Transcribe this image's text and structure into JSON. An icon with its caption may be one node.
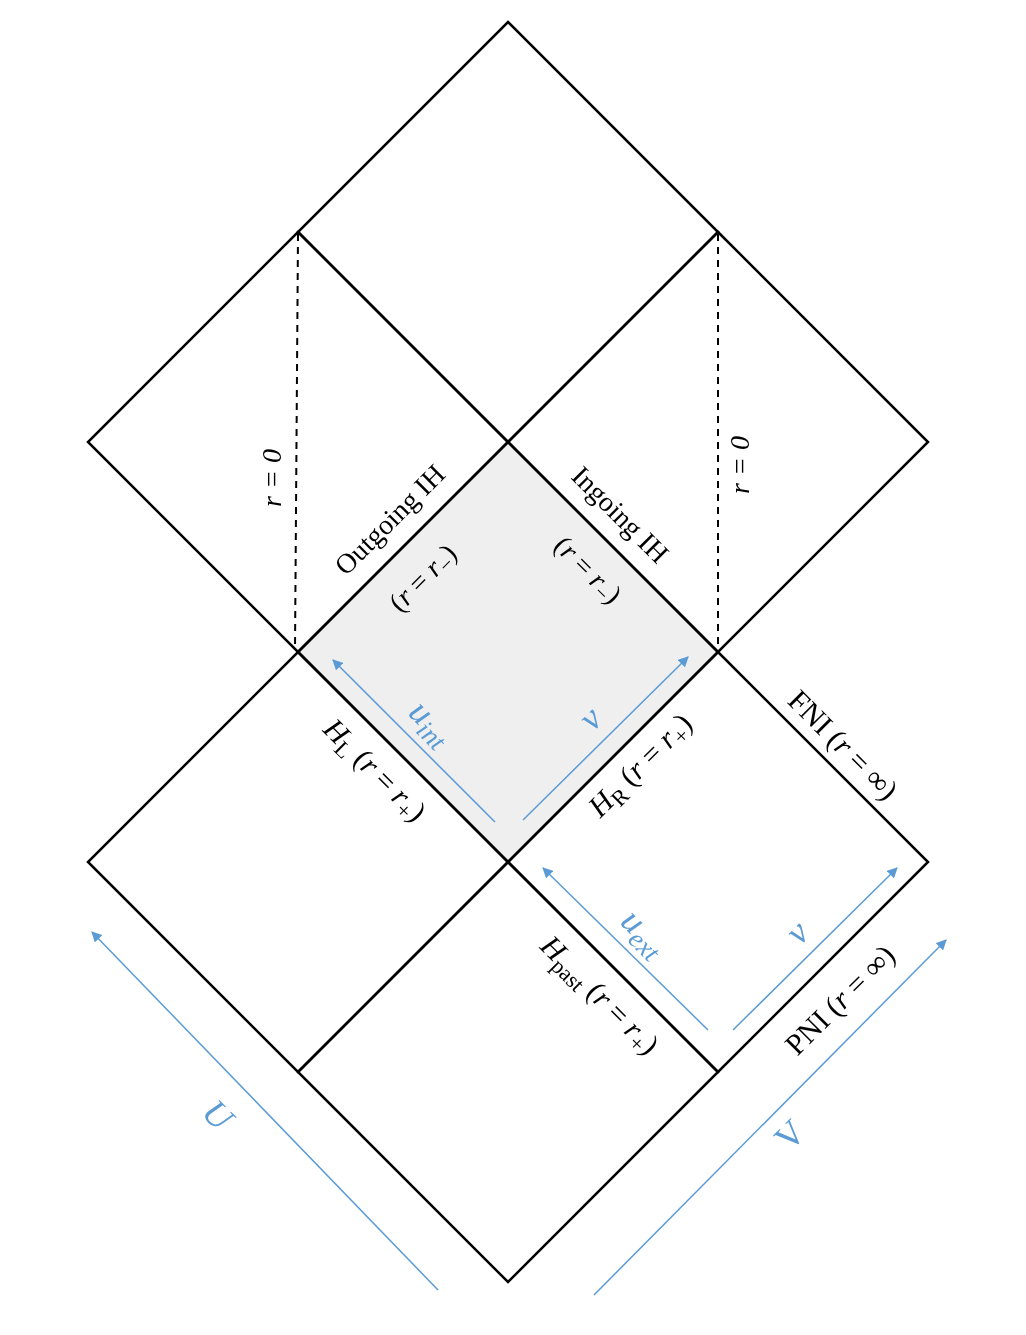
{
  "diagram": {
    "labels": [
      "r = 0",
      "Outgoing IH",
      "(*r* = *r*$_{−}$)",
      "Ingoing IH",
      "(*r* = *r*$_{−}$)",
      "r = 0",
      "*H*$_{L}$ (*r* = *r*$_{+}$)",
      "*u*$_{int}$",
      "v",
      "*H*$_{R}$ (*r* = *r*$_{+}$)",
      "FNI (*r* = ∞)",
      "*u*$_{ext}$",
      "v",
      "*H*$_{past}$ (*r* = *r*$_{+}$)",
      "PNI (*r* = ∞)",
      "U",
      "V"
    ]
  }
}
